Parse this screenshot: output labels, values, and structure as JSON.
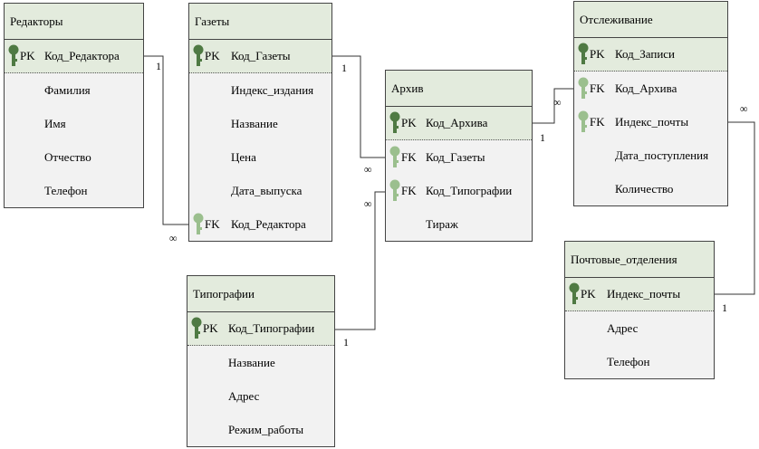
{
  "entities": [
    {
      "id": "redaktory",
      "title": "Редакторы",
      "fields": [
        {
          "key": "PK",
          "name": "Код_Редактора"
        },
        {
          "key": "",
          "name": "Фамилия"
        },
        {
          "key": "",
          "name": "Имя"
        },
        {
          "key": "",
          "name": "Отчество"
        },
        {
          "key": "",
          "name": "Телефон"
        }
      ]
    },
    {
      "id": "gazety",
      "title": "Газеты",
      "fields": [
        {
          "key": "PK",
          "name": "Код_Газеты"
        },
        {
          "key": "",
          "name": "Индекс_издания"
        },
        {
          "key": "",
          "name": "Название"
        },
        {
          "key": "",
          "name": "Цена"
        },
        {
          "key": "",
          "name": "Дата_выпуска"
        },
        {
          "key": "FK",
          "name": "Код_Редактора"
        }
      ]
    },
    {
      "id": "arhiv",
      "title": "Архив",
      "fields": [
        {
          "key": "PK",
          "name": "Код_Архива"
        },
        {
          "key": "FK",
          "name": "Код_Газеты"
        },
        {
          "key": "FK",
          "name": "Код_Типографии"
        },
        {
          "key": "",
          "name": "Тираж"
        }
      ]
    },
    {
      "id": "otslezhivanie",
      "title": "Отслеживание",
      "fields": [
        {
          "key": "PK",
          "name": "Код_Записи"
        },
        {
          "key": "FK",
          "name": "Код_Архива"
        },
        {
          "key": "FK",
          "name": "Индекс_почты"
        },
        {
          "key": "",
          "name": "Дата_поступления"
        },
        {
          "key": "",
          "name": "Количество"
        }
      ]
    },
    {
      "id": "tipografii",
      "title": "Типографии",
      "fields": [
        {
          "key": "PK",
          "name": "Код_Типографии"
        },
        {
          "key": "",
          "name": "Название"
        },
        {
          "key": "",
          "name": "Адрес"
        },
        {
          "key": "",
          "name": "Режим_работы"
        }
      ]
    },
    {
      "id": "pochtovye",
      "title": "Почтовые_отделения",
      "fields": [
        {
          "key": "PK",
          "name": "Индекс_почты"
        },
        {
          "key": "",
          "name": "Адрес"
        },
        {
          "key": "",
          "name": "Телефон"
        }
      ]
    }
  ],
  "cardinalities": {
    "one": "1",
    "many": "∞"
  },
  "colors": {
    "pk_key": "#4f7a43",
    "fk_key": "#9bbf8e",
    "header_bg": "#e3ebdd",
    "body_bg": "#f2f2f2"
  },
  "icons": {
    "key": "key-icon"
  }
}
